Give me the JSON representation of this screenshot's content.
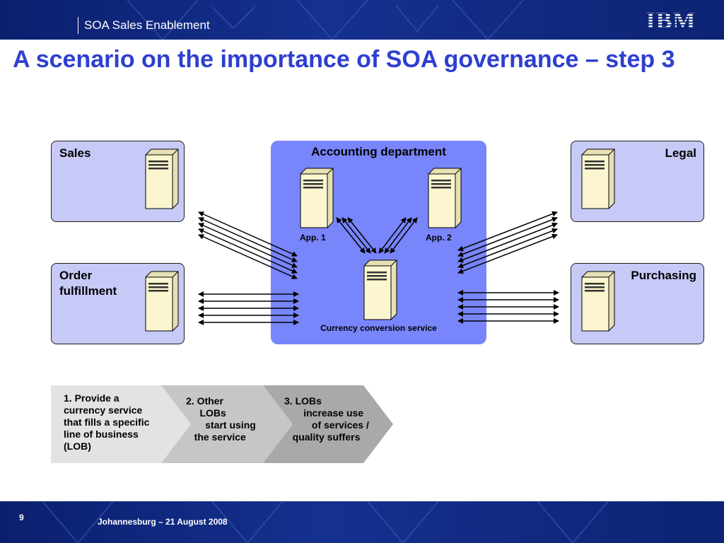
{
  "header": {
    "title": "SOA Sales Enablement",
    "logo_text": "IBM"
  },
  "slide": {
    "title": "A scenario on the importance of SOA governance – step 3"
  },
  "departments": {
    "sales": "Sales",
    "order_fulfillment": "Order\nfulfillment",
    "legal": "Legal",
    "purchasing": "Purchasing"
  },
  "accounting": {
    "title": "Accounting department",
    "app1": "App. 1",
    "app2": "App. 2",
    "service": "Currency conversion service"
  },
  "steps": [
    {
      "text": "1. Provide a\ncurrency service\nthat fills a specific\nline of business\n(LOB)"
    },
    {
      "text": "2. Other\n     LOBs\n       start using\n   the service"
    },
    {
      "text": "3. LOBs\n       increase use\n          of services /\n   quality suffers"
    }
  ],
  "footer": {
    "page_number": "9",
    "text": "Johannesburg – 21 August 2008"
  },
  "colors": {
    "header_bg": "#15318f",
    "title_blue": "#2e3fd1",
    "dept_fill": "#c7caf6",
    "accounting_fill": "#7885fb",
    "server_fill": "#fbf6cf",
    "step1_fill": "#e3e3e3",
    "step2_fill": "#c6c6c6",
    "step3_fill": "#a9a9a9"
  }
}
